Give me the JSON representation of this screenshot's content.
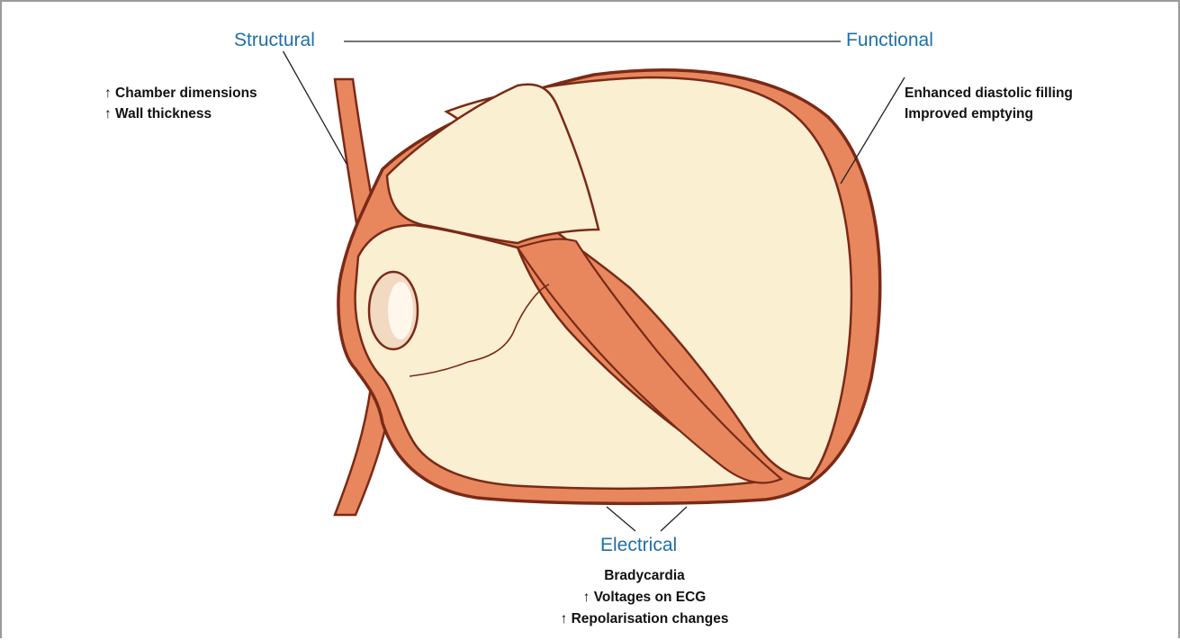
{
  "structural": {
    "title": "Structural",
    "items": [
      "↑ Chamber dimensions",
      "↑ Wall thickness"
    ]
  },
  "functional": {
    "title": "Functional",
    "items": [
      "Enhanced diastolic filling",
      "Improved emptying"
    ]
  },
  "electrical": {
    "title": "Electrical",
    "items": [
      "Bradycardia",
      "↑ Voltages on ECG",
      "↑ Repolarisation changes"
    ]
  },
  "colors": {
    "heading": "#1f6fa8",
    "muscle": "#e8875e",
    "outline": "#7a2a16",
    "chamber": "#fbefd2",
    "frame": "#9a9a9a"
  }
}
